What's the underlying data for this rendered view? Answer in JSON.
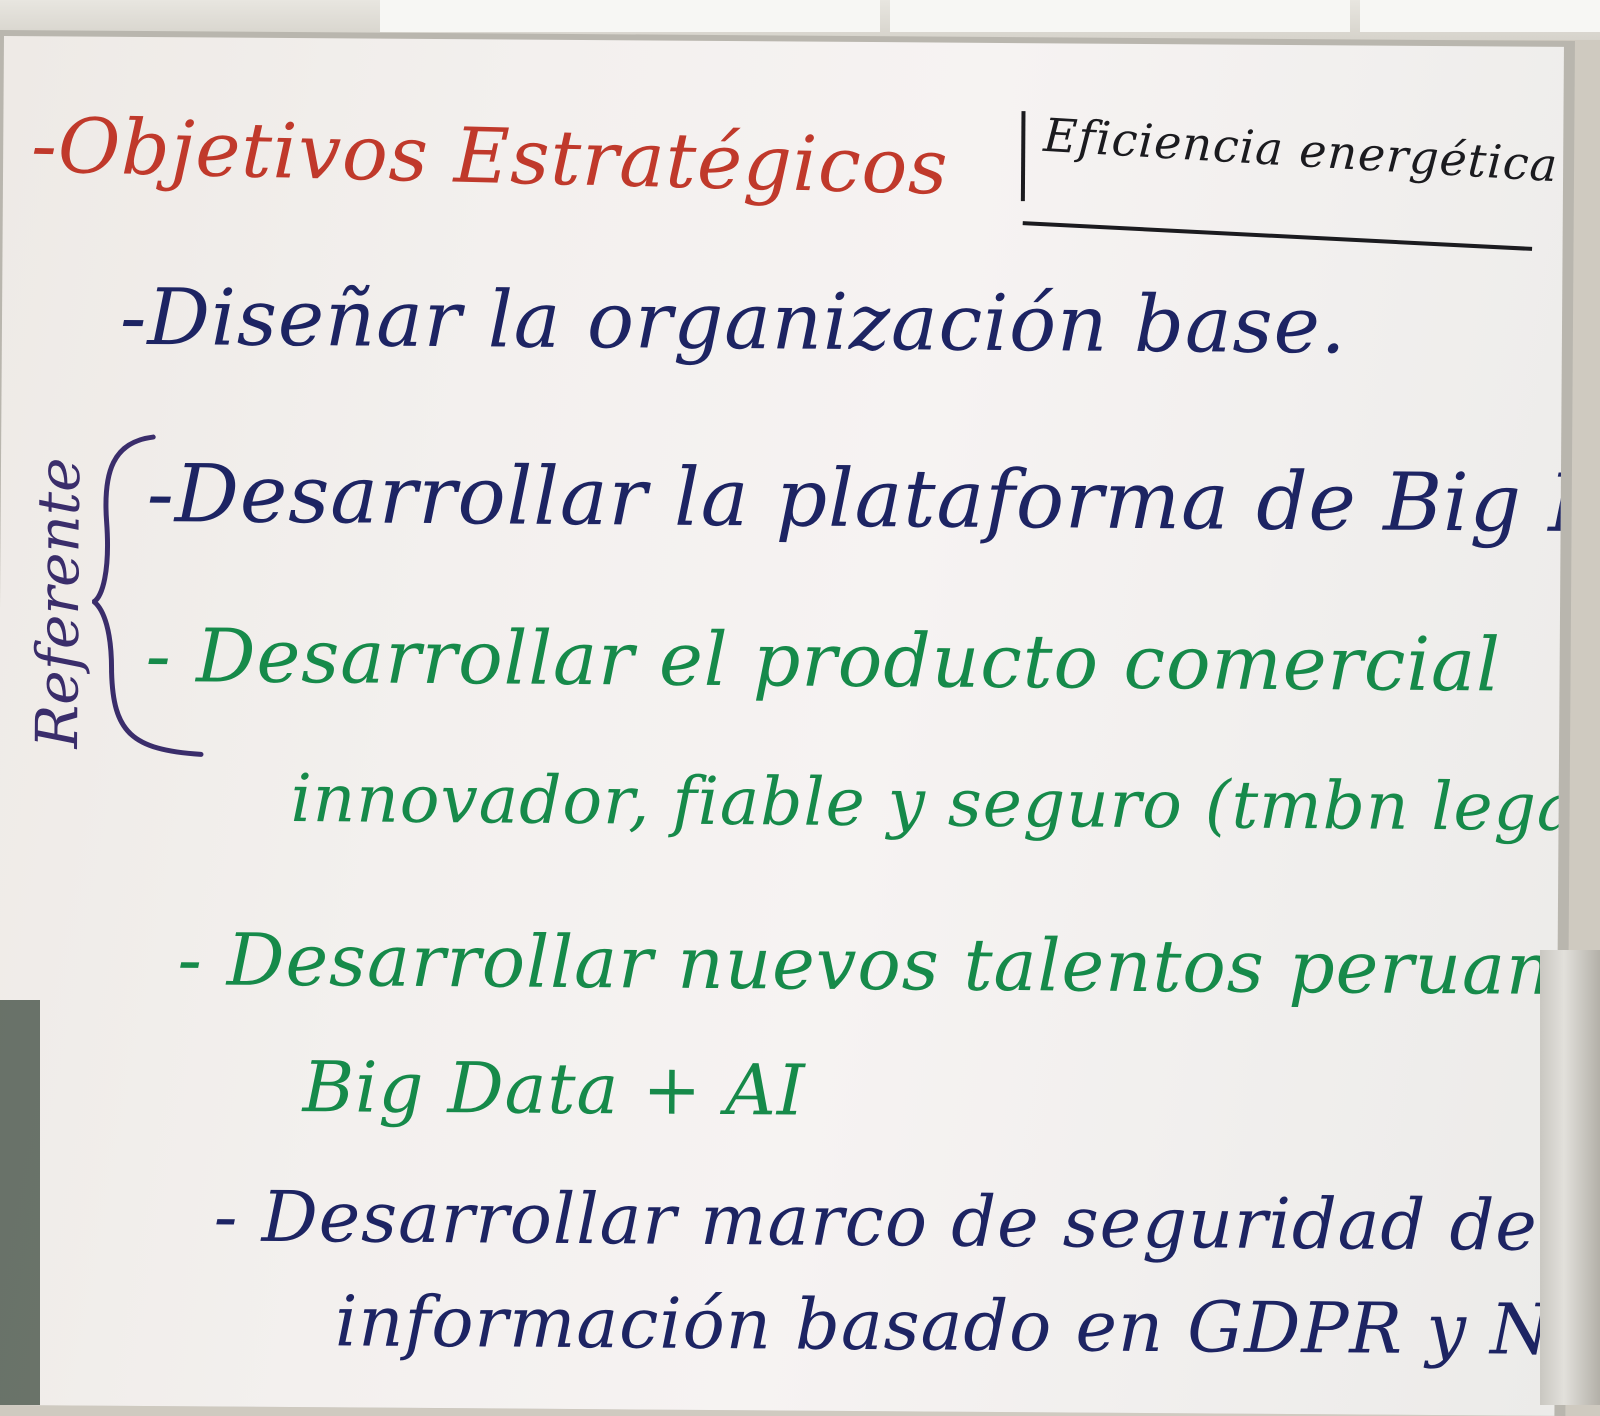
{
  "photo": {
    "colors": {
      "board": "#f3f0ee",
      "red_marker": "#c0392b",
      "black_marker": "#1b1b1f",
      "navy_marker": "#1d2463",
      "green_marker": "#168a4a",
      "purple_marker": "#3a2d6b"
    }
  },
  "whiteboard": {
    "title": "-Objetivos Estratégicos",
    "corner_note": "Eficiencia energética",
    "side_label": "Referente",
    "objectives": [
      {
        "lines": [
          "-Diseñar la organización base."
        ],
        "color": "navy"
      },
      {
        "lines": [
          "-Desarrollar la plataforma de Big Data + AI"
        ],
        "color": "navy"
      },
      {
        "lines": [
          "- Desarrollar el producto comercial",
          "innovador, fiable y seguro (tmbn legalmente)"
        ],
        "color": "green"
      },
      {
        "lines": [
          "- Desarrollar nuevos talentos peruanos en",
          "Big Data + AI"
        ],
        "color": "green"
      },
      {
        "lines": [
          "- Desarrollar marco de seguridad de la",
          "información basado en GDPR y NIST"
        ],
        "color": "navy"
      }
    ]
  }
}
